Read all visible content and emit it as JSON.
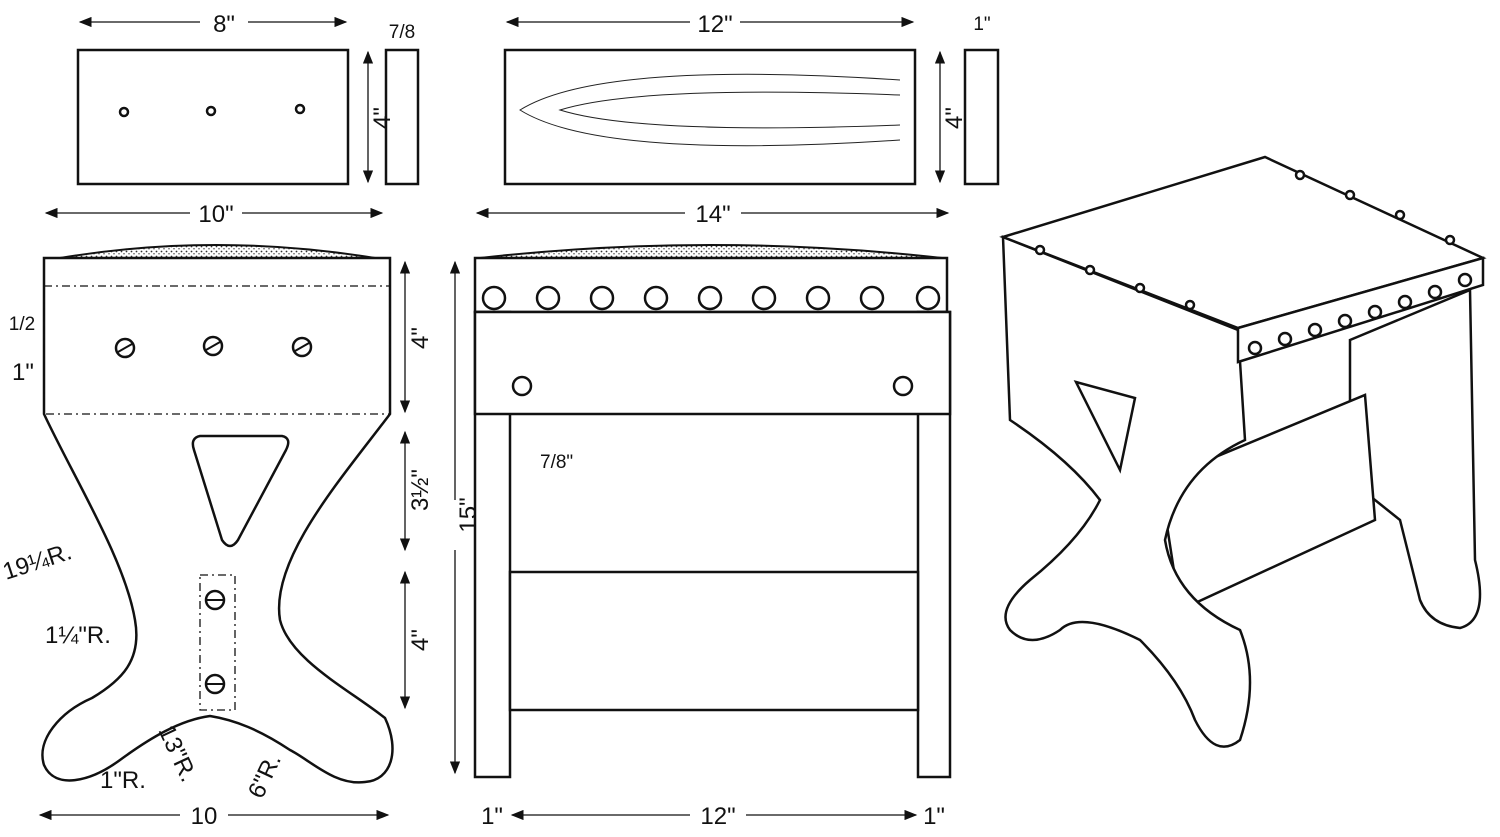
{
  "title": "Upholstered stool – working drawing",
  "boards": {
    "end_board": {
      "length": "8\"",
      "thickness": "7/8",
      "width": "4\""
    },
    "side_board": {
      "length": "12\"",
      "thickness": "1\"",
      "width": "4\""
    }
  },
  "end_view": {
    "width_top": "10\"",
    "seat_offset": "1/2",
    "inset": "1\"",
    "apron_height": "4\"",
    "opening_height": "3½\"",
    "rail_height": "4\"",
    "overall_height": "15\"",
    "side_radius": "19¼R.",
    "neck_radius": "1¼\"R.",
    "toe_radius": "1\"R.",
    "inner_radius": "13\"R.",
    "arch_radius": "6\"R.",
    "width_bottom": "10"
  },
  "side_view": {
    "overall_length": "14\"",
    "tenon_depth": "7/8\"",
    "leg_left": "1\"",
    "between_legs": "12\"",
    "leg_right": "1\""
  },
  "colors": {
    "ink": "#111111",
    "paper": "#ffffff"
  }
}
